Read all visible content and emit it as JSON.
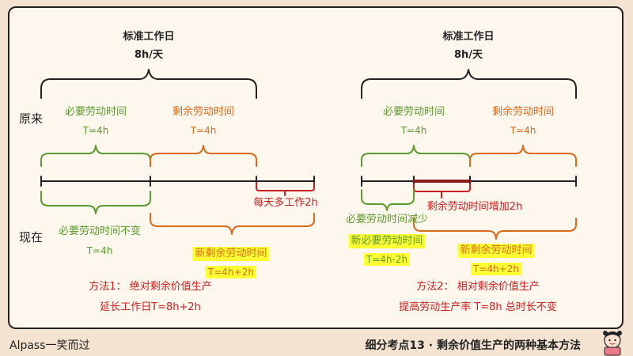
{
  "colors": {
    "green": "#5a9a2e",
    "orange": "#d96a1b",
    "red": "#c82020",
    "dark_red": "#8b1a1a",
    "black": "#222222",
    "highlight": "#ffff33"
  },
  "left": {
    "top_title": "标准工作日",
    "top_hours": "8h/天",
    "row_label_before": "原来",
    "row_label_after": "现在",
    "necessary_label": "必要劳动时间",
    "necessary_time": "T=4h",
    "surplus_label": "剩余劳动时间",
    "surplus_time": "T=4h",
    "extra_label": "每天多工作2h",
    "necessary_unchanged_label": "必要劳动时间不变",
    "necessary_unchanged_time": "T=4h",
    "new_surplus_label": "新剩余劳动时间",
    "new_surplus_time": "T=4h+2h",
    "method_title": "方法1：  绝对剩余价值生产",
    "method_desc": "延长工作日T=8h+2h"
  },
  "right": {
    "top_title": "标准工作日",
    "top_hours": "8h/天",
    "necessary_label": "必要劳动时间",
    "necessary_time": "T=4h",
    "surplus_label": "剩余劳动时间",
    "surplus_time": "T=4h",
    "surplus_increase_label": "剩余劳动时间增加2h",
    "necessary_decrease_label": "必要劳动时间减少",
    "new_necessary_label": "新必要劳动时间",
    "new_necessary_time": "T=4h-2h",
    "new_surplus_label": "新剩余劳动时间",
    "new_surplus_time": "T=4h+2h",
    "method_title": "方法2：  相对剩余价值生产",
    "method_desc": "提高劳动生产率 T=8h 总时长不变"
  },
  "footer": {
    "left": "Alpass一笑而过",
    "right": "细分考点13 · 剩余价值生产的两种基本方法"
  }
}
